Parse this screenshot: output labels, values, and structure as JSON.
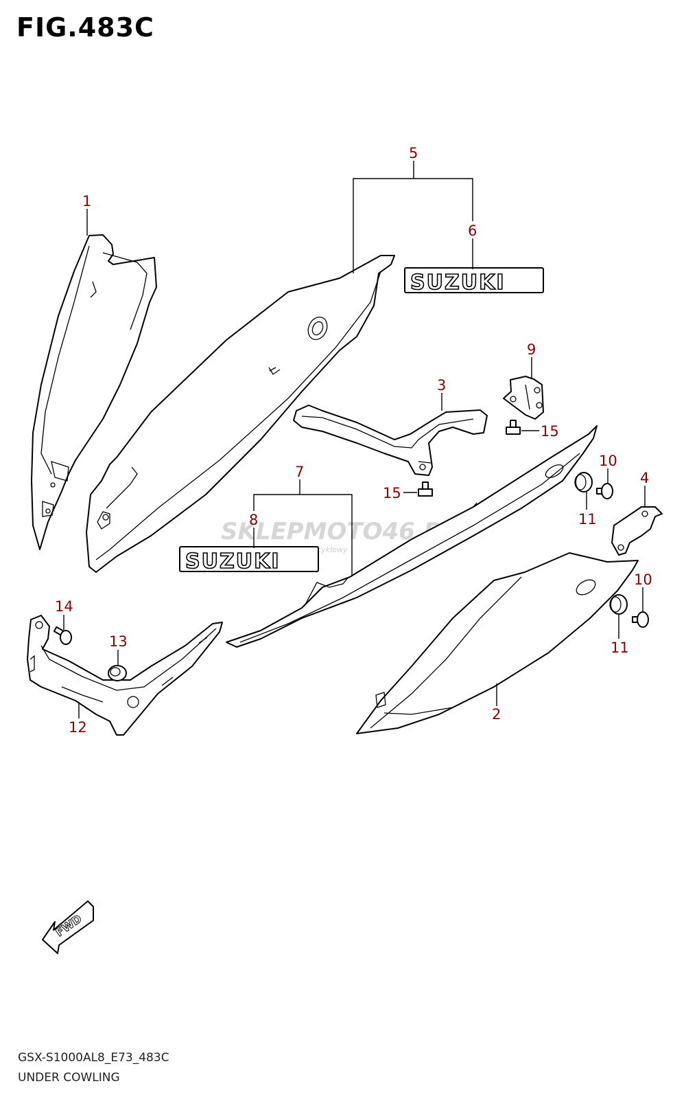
{
  "figure_title": "FIG.483C",
  "footer": {
    "model_code": "GSX-S1000AL8_E73_483C",
    "section_name": "UNDER COWLING"
  },
  "callouts": {
    "c1": "1",
    "c2": "2",
    "c3": "3",
    "c4": "4",
    "c5": "5",
    "c6": "6",
    "c7": "7",
    "c8": "8",
    "c9": "9",
    "c10a": "10",
    "c10b": "10",
    "c11a": "11",
    "c11b": "11",
    "c12": "12",
    "c13": "13",
    "c14": "14",
    "c15a": "15",
    "c15b": "15"
  },
  "emblem_text": {
    "upper": "SUZUKI",
    "lower": "SUZUKI"
  },
  "watermark": {
    "brand_a": "SKLEP",
    "brand_b": "MOTO",
    "brand_c": "46",
    "brand_d": ".PL",
    "tagline": "internetowy sklep motocyklowy"
  },
  "fwd_label": "FWD",
  "colors": {
    "callout": "#8b0000",
    "line": "#000000",
    "watermark": "#c9c9c9"
  }
}
